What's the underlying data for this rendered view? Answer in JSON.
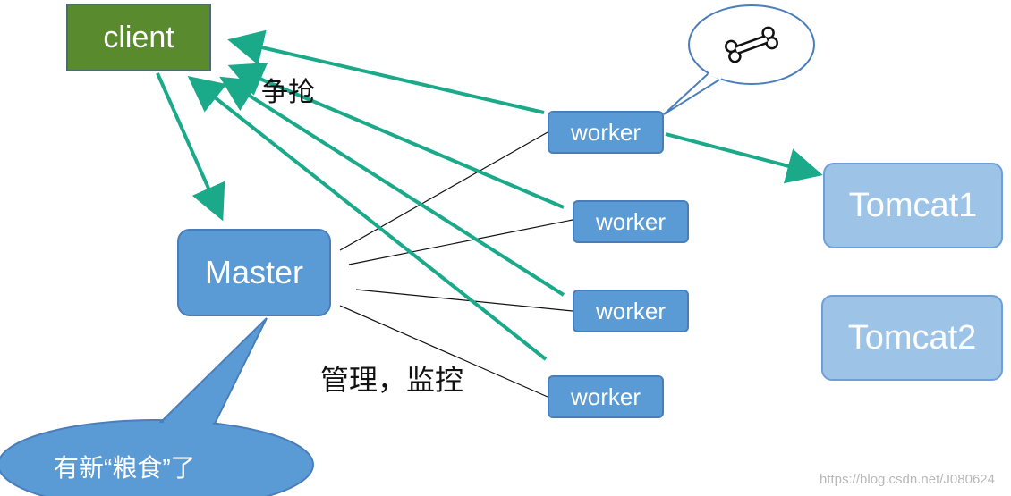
{
  "client": {
    "label": "client"
  },
  "master": {
    "label": "Master"
  },
  "workers": [
    {
      "label": "worker"
    },
    {
      "label": "worker"
    },
    {
      "label": "worker"
    },
    {
      "label": "worker"
    }
  ],
  "tomcats": [
    {
      "label": "Tomcat1"
    },
    {
      "label": "Tomcat2"
    }
  ],
  "labels": {
    "compete": "争抢",
    "manage": "管理，监控",
    "food": "有新“粮食”了"
  },
  "bone_icon": "bone-icon",
  "watermark": "https://blog.csdn.net/J080624",
  "colors": {
    "arrow": "#1aaa8a",
    "client_fill": "#5a8a2e",
    "node_fill": "#5b9bd5",
    "tomcat_fill": "#9dc3e6"
  }
}
